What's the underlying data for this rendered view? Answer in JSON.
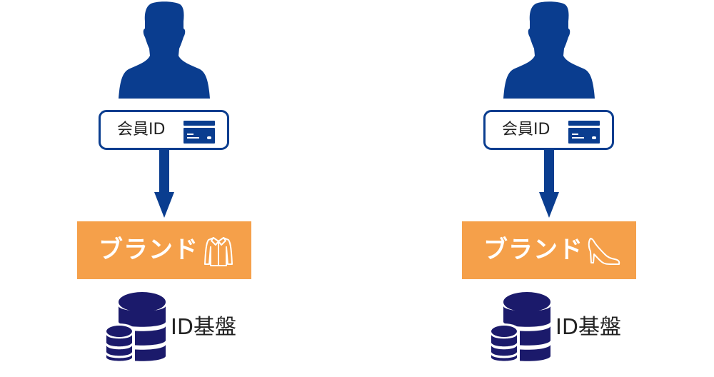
{
  "colors": {
    "person": "#0a3d8f",
    "id_border": "#0a3d8f",
    "arrow": "#0a3d8f",
    "brand_bg": "#f5a04a",
    "brand_text": "#ffffff",
    "database": "#1b1a6b",
    "text": "#222222"
  },
  "columns": [
    {
      "user": {
        "icon": "person-silhouette-icon"
      },
      "member_id": {
        "label": "会員ID",
        "icon": "id-card-icon"
      },
      "flow": {
        "icon": "arrow-down-icon"
      },
      "brand": {
        "label": "ブランド",
        "icon": "shirt-icon"
      },
      "platform": {
        "label": "ID基盤",
        "icon": "database-icon"
      }
    },
    {
      "user": {
        "icon": "person-silhouette-icon"
      },
      "member_id": {
        "label": "会員ID",
        "icon": "id-card-icon"
      },
      "flow": {
        "icon": "arrow-down-icon"
      },
      "brand": {
        "label": "ブランド",
        "icon": "high-heel-shoe-icon"
      },
      "platform": {
        "label": "ID基盤",
        "icon": "database-icon"
      }
    }
  ]
}
